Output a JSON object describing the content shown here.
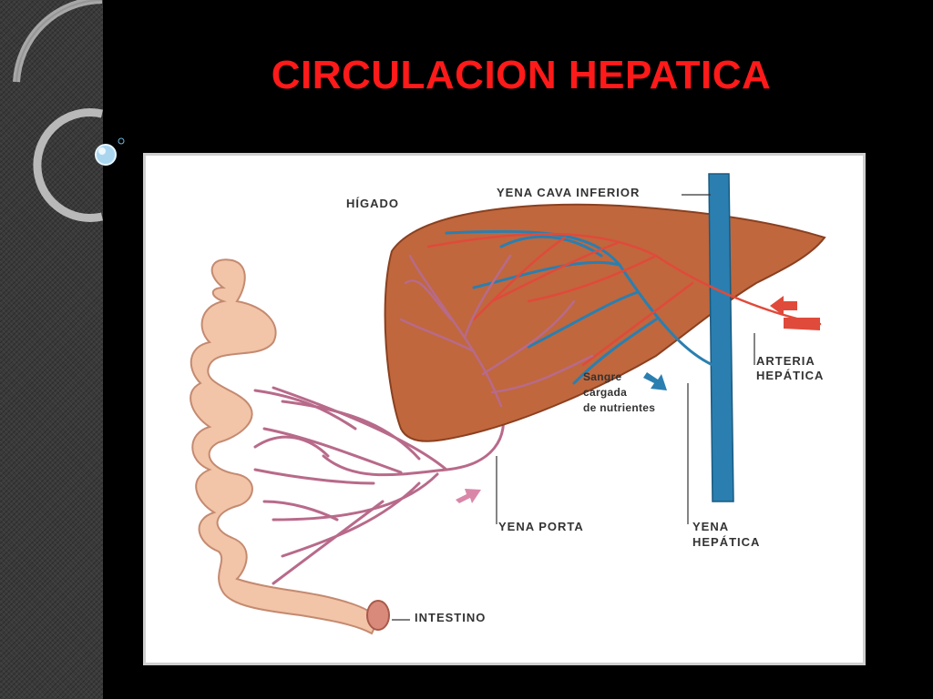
{
  "slide": {
    "title": "CIRCULACION HEPATICA"
  },
  "diagram": {
    "labels": {
      "higado": "HÍGADO",
      "vena_cava": "YENA CAVA INFERIOR",
      "arteria_1": "ARTERIA",
      "arteria_2": "HEPÁTICA",
      "sangre_1": "Sangre",
      "sangre_2": "cargada",
      "sangre_3": "de nutrientes",
      "vena_porta": "YENA PORTA",
      "vena_hepatica_1": "YENA",
      "vena_hepatica_2": "HEPÁTICA",
      "intestino": "INTESTINO"
    },
    "colors": {
      "liver": "#c0673d",
      "vein_blue": "#2a7fb0",
      "artery_red": "#e04a3a",
      "portal_pink": "#b86a8a",
      "intestine": "#f2c4a8",
      "title_red": "#ff1a1a"
    }
  }
}
